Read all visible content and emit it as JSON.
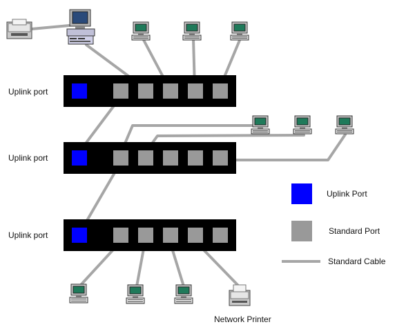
{
  "labels": {
    "uplink_port_1": "Uplink port",
    "uplink_port_2": "Uplink port",
    "uplink_port_3": "Uplink port",
    "network_printer": "Network Printer"
  },
  "legend": {
    "uplink_port": "Uplink Port",
    "standard_port": "Standard Port",
    "standard_cable": "Standard Cable"
  },
  "colors": {
    "uplink": "#0000ff",
    "standard_port": "#999999",
    "cable": "#a6a6a6",
    "switch_body": "#000000"
  },
  "icons": {
    "server": "server-computer-icon",
    "workstation": "workstation-icon",
    "printer": "printer-icon"
  }
}
